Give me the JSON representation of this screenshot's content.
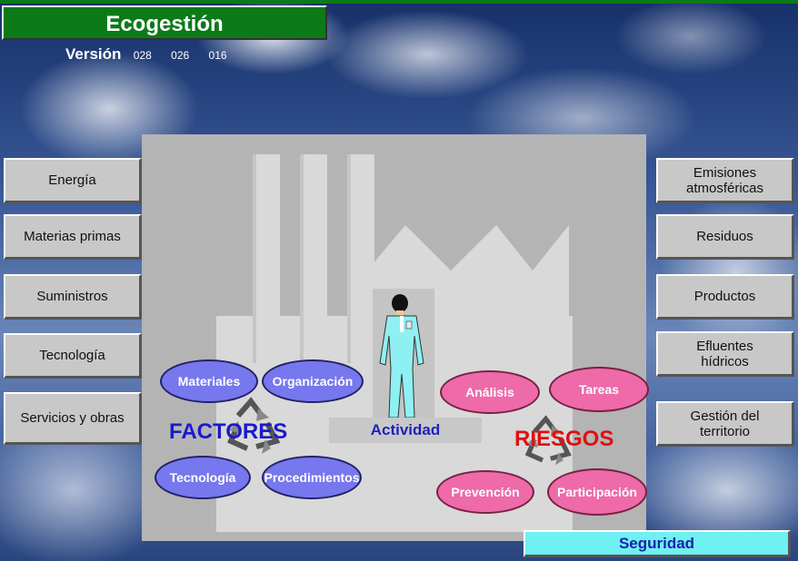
{
  "app": {
    "title": "Ecogestión",
    "version_label": "Versión",
    "versions": [
      "028",
      "026",
      "016"
    ]
  },
  "left_menu": [
    "Energía",
    "Materias primas",
    "Suministros",
    "Tecnología",
    "Servicios y obras"
  ],
  "right_menu": [
    "Emisiones\natmosféricas",
    "Residuos",
    "Productos",
    "Efluentes\nhídricos",
    "Gestión del\nterritorio"
  ],
  "factores": {
    "label": "FACTORES",
    "items": [
      "Materiales",
      "Organización",
      "Tecnología",
      "Procedimientos"
    ]
  },
  "actividad": "Actividad",
  "riesgos": {
    "label": "RIESGOS",
    "items": [
      "Análisis",
      "Tareas",
      "Prevención",
      "Participación"
    ]
  },
  "seguridad": "Seguridad",
  "colors": {
    "title_green": "#0c7a18",
    "factores_blue": "#1a1acc",
    "riesgos_red": "#e01010",
    "oval_blue": "#7777ee",
    "oval_pink": "#ee6aa8",
    "seguridad_cyan": "#6ff0f2"
  },
  "icons": [
    "recycle-icon",
    "factory-icon",
    "worker-icon"
  ]
}
